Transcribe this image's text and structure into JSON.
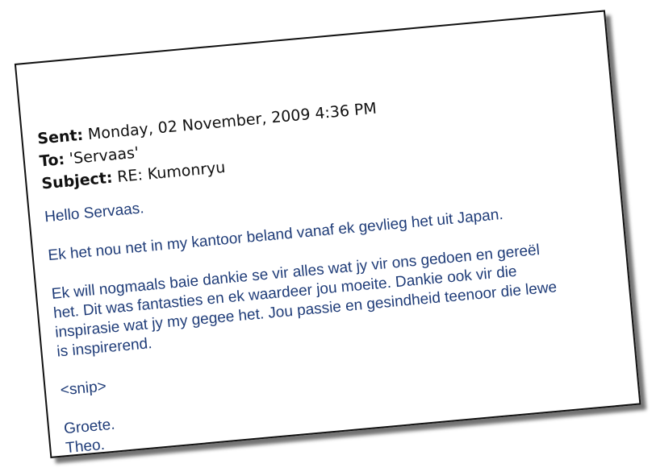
{
  "email": {
    "sent_label": "Sent:",
    "sent_value": "Monday, 02 November, 2009 4:36 PM",
    "to_label": "To:",
    "to_value": "'Servaas'",
    "subject_label": "Subject:",
    "subject_value": "RE: Kumonryu",
    "greeting": "Hello Servaas.",
    "paragraph1": "Ek het nou net in my kantoor beland vanaf ek gevlieg het uit Japan.",
    "paragraph2_lines": [
      "Ek will nogmaals baie dankie se vir alles wat jy vir ons gedoen en gereël",
      "het. Dit was fantasties en ek waardeer jou moeite. Dankie ook vir die",
      "inspirasie wat jy my gegee het. Jou passie en gesindheid teenoor die lewe",
      "is inspirerend."
    ],
    "snip": "<snip>",
    "closing": "Groete.",
    "signature": "Theo."
  }
}
